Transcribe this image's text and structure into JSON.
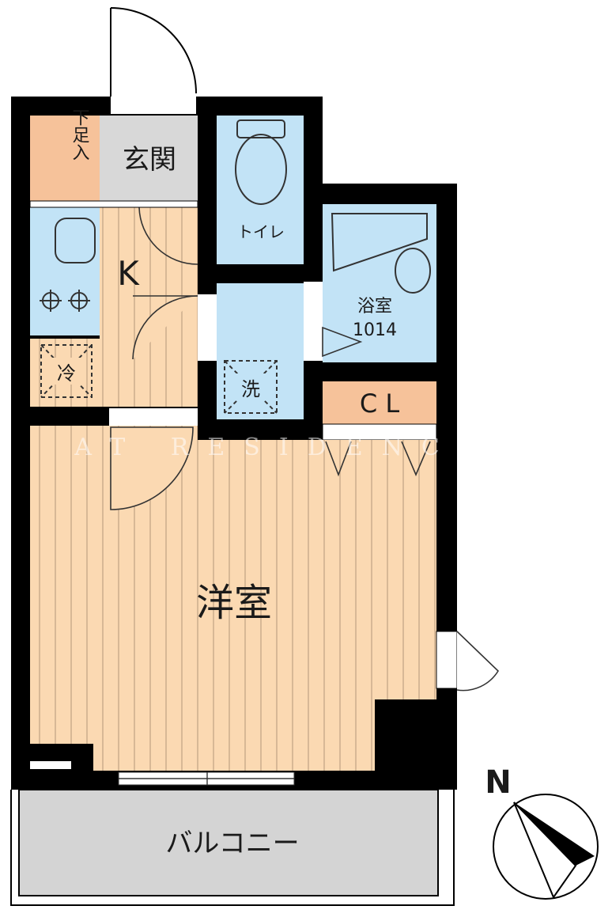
{
  "rooms": {
    "entrance": "玄関",
    "shoe_box": "下足入",
    "kitchen": "K",
    "fridge": "冷",
    "toilet": "トイレ",
    "laundry": "洗",
    "bathroom": "浴室",
    "bath_size": "1014",
    "closet": "C L",
    "western_room": "洋室",
    "balcony": "バルコニー"
  },
  "compass": {
    "north_label": "N"
  },
  "watermark": "AT RESIDENCE",
  "colors": {
    "floor": "#fbd9b2",
    "floor_line": "#c8a98a",
    "wet_area": "#c2e3f6",
    "wall": "#000000",
    "balcony": "#d4d4d4",
    "shoe_box": "#f6c29a",
    "entrance": "#d8d8d8"
  }
}
